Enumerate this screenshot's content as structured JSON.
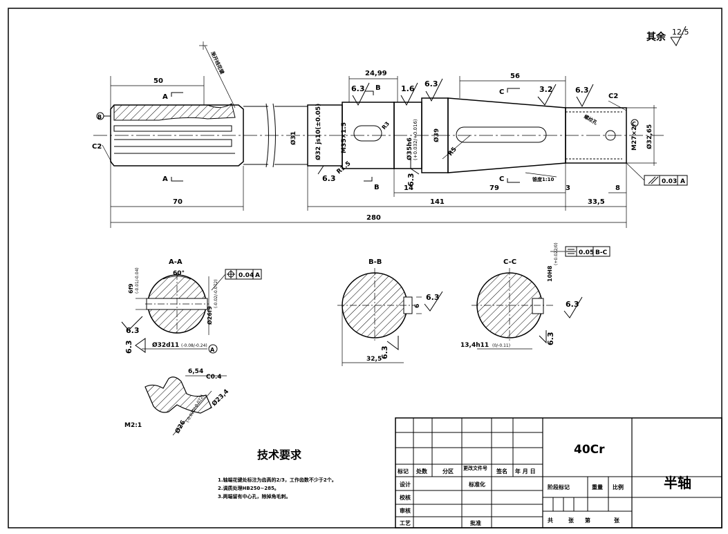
{
  "roughness_general": {
    "prefix": "其余",
    "value": "12.5"
  },
  "main_view": {
    "dim_50": "50",
    "dim_2499": "24,99",
    "dim_56": "56",
    "dim_70": "70",
    "dim_141": "141",
    "dim_280": "280",
    "dim_14": "14",
    "dim_79": "79",
    "dim_3": "3",
    "dim_8": "8",
    "dim_335": "33,5",
    "dia_31": "Ø31",
    "dia_32js10": "Ø32 js10(±0.05)",
    "thread_m35": "M35×1.5",
    "dia_35h6": "Ø35h6",
    "dia_35h6_tol": "(+0.032/+0.016)",
    "dia_39": "Ø39",
    "thread_m27": "M27×2",
    "dia_3265": "Ø32,65",
    "c2_left": "C2",
    "c2_right": "C2",
    "r15": "R1.5",
    "r5": "R5",
    "r3": "R3",
    "rough_63_a": "6.3",
    "rough_16": "1.6",
    "rough_63_b": "6.3",
    "rough_32": "3.2",
    "rough_63_c": "6.3",
    "rough_63_d": "6.3",
    "rough_63_e": "6.3",
    "label_a_top": "A",
    "label_a_bottom": "A",
    "label_b_top": "B",
    "label_b_bottom": "B",
    "label_c_top": "C",
    "label_c_bottom": "C",
    "datum_b": "B",
    "datum_c": "C",
    "spline_note": "渐开线花键",
    "taper_note": "锥度1:10",
    "runout_tol": "0.03",
    "runout_datum": "A",
    "thread_note": "螺纹孔"
  },
  "section_aa": {
    "title": "A-A",
    "angle": "60°",
    "width": "6f9",
    "width_tol": "(-0.01/-0.04)",
    "minor": "Ø26f9",
    "minor_tol": "(-0.02/-0.072)",
    "major": "Ø32d11",
    "major_tol": "(-0.08/-0.24)",
    "pos_tol": "0.04",
    "pos_datum": "A",
    "datum": "A",
    "rough_a": "6.3",
    "rough_b": "6.3"
  },
  "section_bb": {
    "title": "B-B",
    "depth": "6",
    "width": "32,5",
    "rough_a": "6.3",
    "rough_b": "6.3"
  },
  "section_cc": {
    "title": "C-C",
    "key": "10H8",
    "key_tol": "(+0.022/0)",
    "depth": "13,4h11",
    "depth_tol": "(0/-0.11)",
    "sym_tol": "0.05",
    "sym_datum": "B-C",
    "rough_a": "6.3",
    "rough_b": "6.3"
  },
  "detail": {
    "scale": "M2:1",
    "d654": "6,54",
    "c04": "C0.4",
    "d234": "Ø23,4",
    "d26": "Ø26",
    "d26_tol": "(-0.020/-0.072)"
  },
  "tech_req": {
    "title": "技术要求",
    "items": [
      "1.轴端花键处标注为齿高的2/3，工作齿数不少于2个。",
      "2.调质处理HB250~285。",
      "3.两端留有中心孔，除掉角毛刺。"
    ]
  },
  "title_block": {
    "material": "40Cr",
    "part_name": "半轴",
    "row_labels": [
      "标记",
      "处数",
      "分区",
      "更改文件号",
      "签名",
      "年 月 日"
    ],
    "design": "设计",
    "standard": "标准化",
    "check": "校核",
    "review": "审核",
    "process": "工艺",
    "approve": "批准",
    "stage": "阶段标记",
    "weight": "重量",
    "scale": "比例",
    "sheets": "共",
    "sheet_unit": "张",
    "sheet_no": "第",
    "sheet_unit2": "张"
  }
}
